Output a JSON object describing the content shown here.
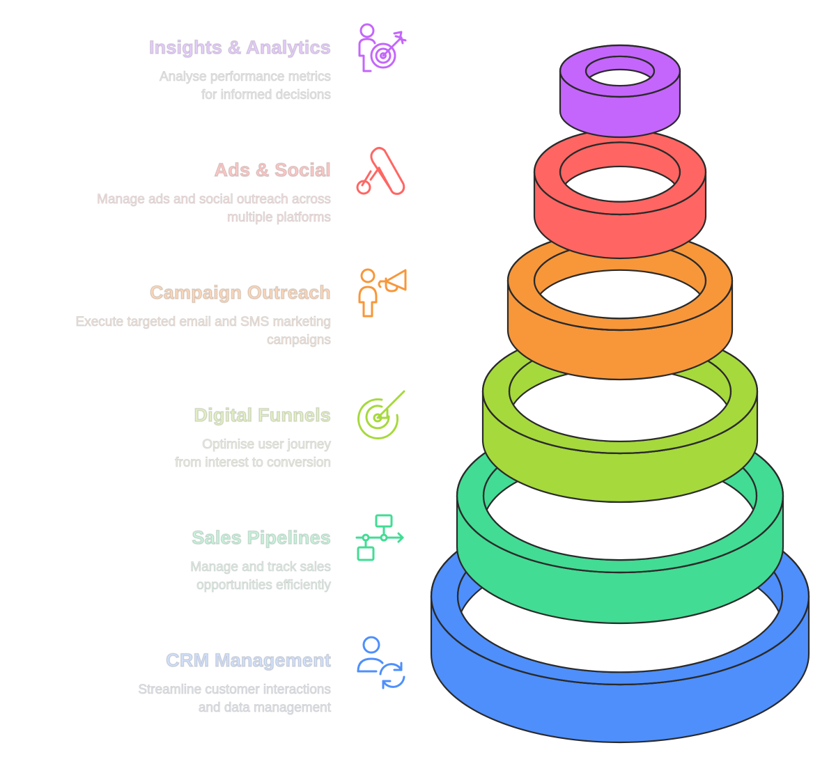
{
  "diagram": {
    "layers": [
      {
        "id": "insights",
        "title": "Insights & Analytics",
        "description": "Analyse performance metrics\nfor informed decisions",
        "icon": "person-target-icon",
        "color": "#c466fb",
        "text_color": "#e6cffb",
        "desc_color": "#ededed"
      },
      {
        "id": "ads",
        "title": "Ads & Social",
        "description": "Manage ads and social outreach across\nmultiple platforms",
        "icon": "ads-logo-icon",
        "color": "#ff6663",
        "text_color": "#fcc9c7",
        "desc_color": "#f9e5e4"
      },
      {
        "id": "campaign",
        "title": "Campaign Outreach",
        "description": "Execute targeted email and SMS marketing\ncampaigns",
        "icon": "megaphone-person-icon",
        "color": "#f7973a",
        "text_color": "#fbd8bc",
        "desc_color": "#f7e9e0"
      },
      {
        "id": "funnels",
        "title": "Digital Funnels",
        "description": "Optimise user journey\nfrom interest to conversion",
        "icon": "target-arrow-icon",
        "color": "#a6d93c",
        "text_color": "#e3f0c6",
        "desc_color": "#eff2e6"
      },
      {
        "id": "pipelines",
        "title": "Sales Pipelines",
        "description": "Manage and track sales\nopportunities efficiently",
        "icon": "flowchart-icon",
        "color": "#42dc94",
        "text_color": "#caf3dd",
        "desc_color": "#e4f2ea"
      },
      {
        "id": "crm",
        "title": "CRM Management",
        "description": "Streamline customer interactions\nand data management",
        "icon": "user-sync-icon",
        "color": "#4e8ffc",
        "text_color": "#d3e1fb",
        "desc_color": "#e6e9f0"
      }
    ]
  }
}
